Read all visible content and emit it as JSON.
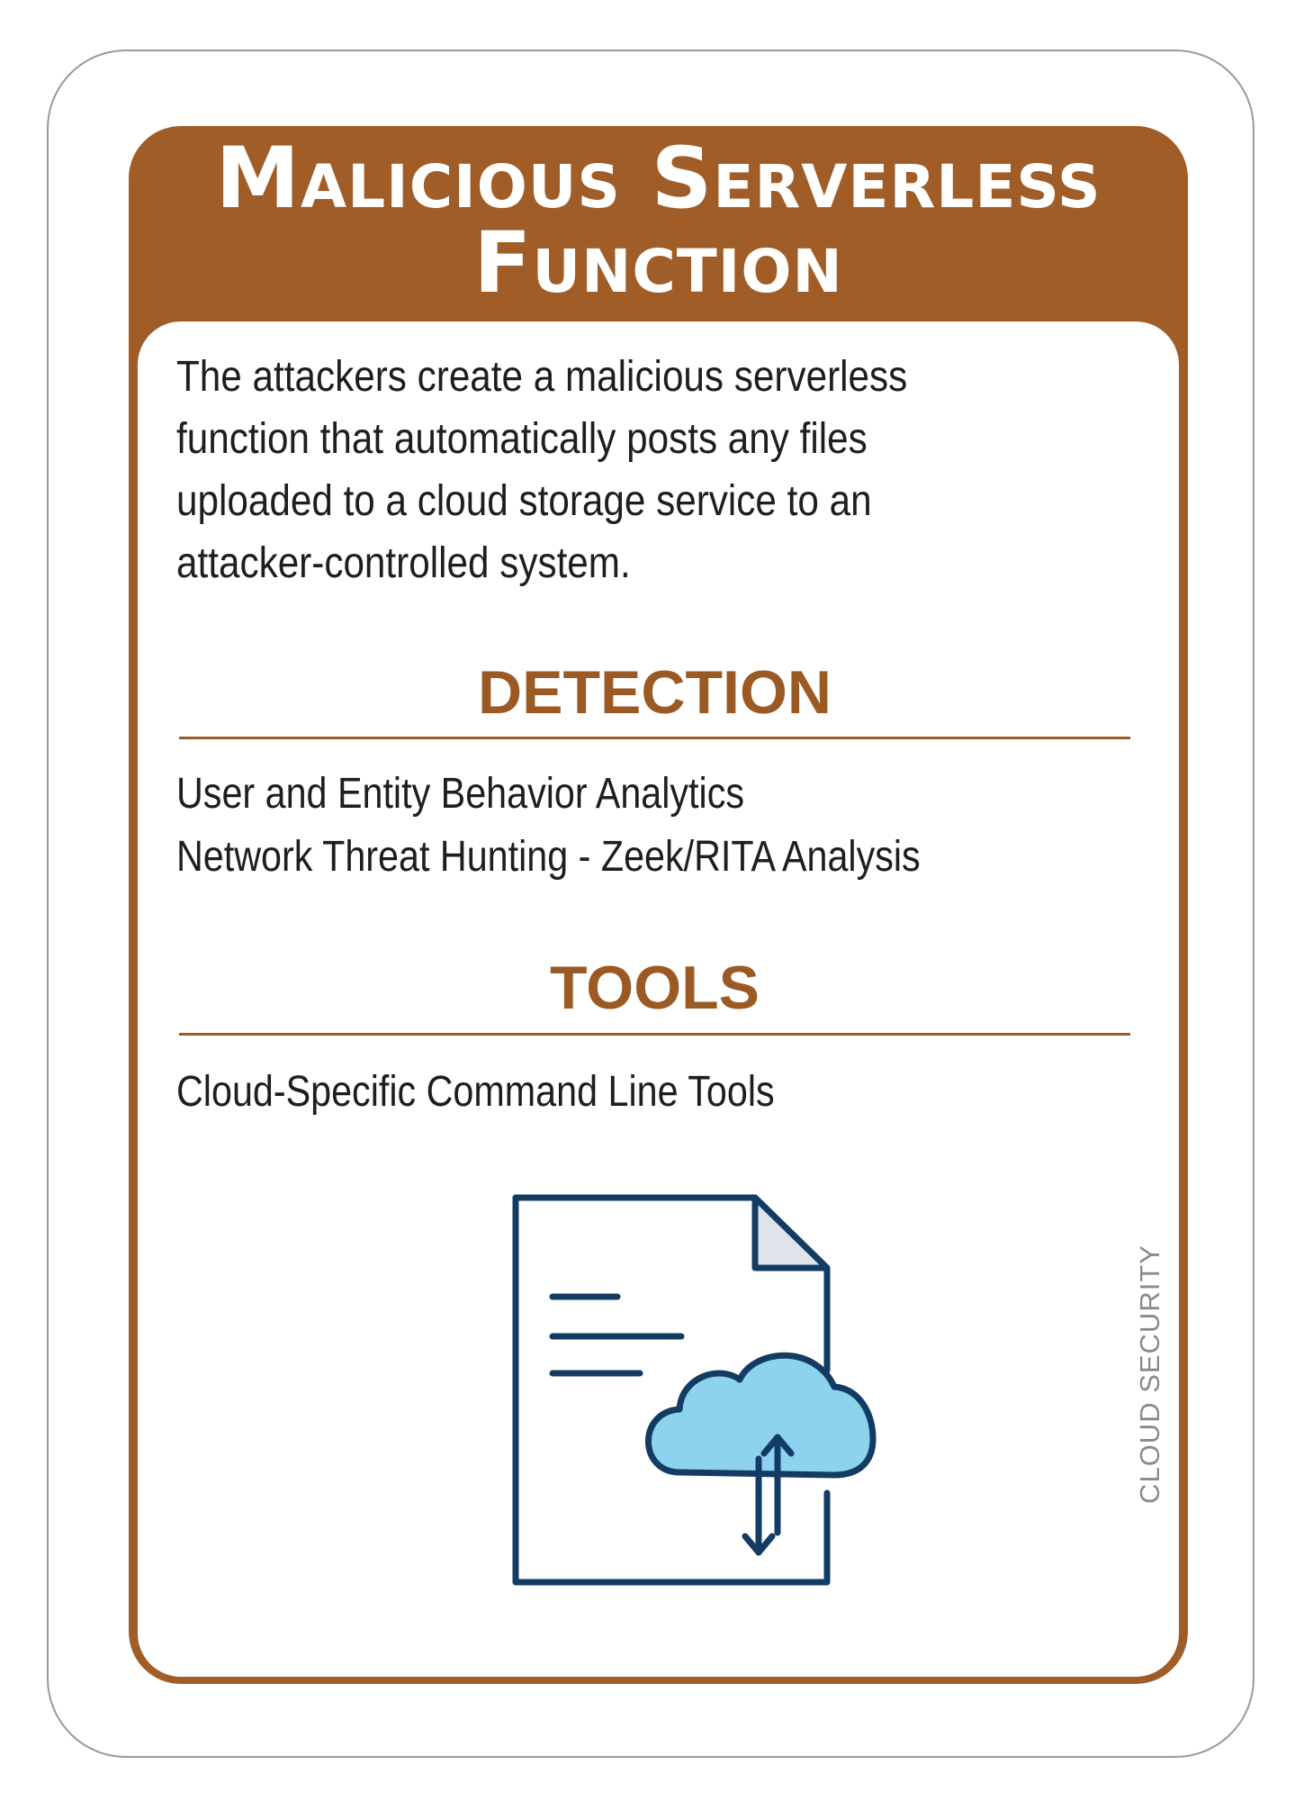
{
  "card": {
    "title_line1": "Malicious Serverless",
    "title_line2": "Function",
    "description": "The attackers create a malicious serverless function that automatically posts any files uploaded to a cloud storage service to an attacker-controlled system.",
    "detection": {
      "heading": "DETECTION",
      "items": [
        "User and Entity Behavior Analytics",
        "Network Threat Hunting - Zeek/RITA Analysis"
      ]
    },
    "tools": {
      "heading": "TOOLS",
      "items": [
        "Cloud-Specific Command Line Tools"
      ]
    },
    "category_label": "CLOUD SECURITY",
    "icon": "document-cloud-transfer-icon",
    "colors": {
      "frame": "#a05d27",
      "heading": "#9b5a23",
      "icon_stroke": "#143b63",
      "cloud_fill": "#8dd3ef",
      "page_corner_fill": "#dfe4ea"
    }
  }
}
